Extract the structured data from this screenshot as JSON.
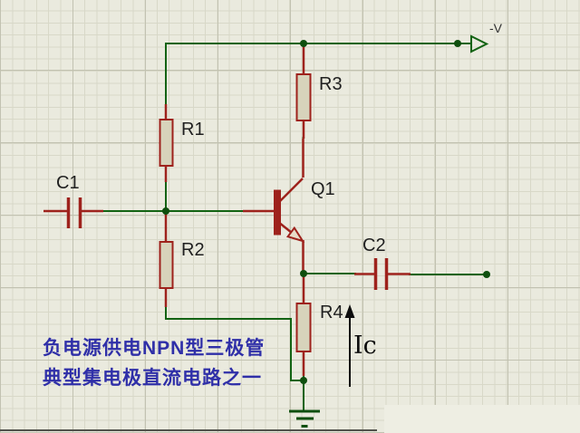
{
  "window": {
    "kind": "schematic-capture-canvas",
    "background": "#eaeade"
  },
  "colors": {
    "wire_green": "#136313",
    "junction_green": "#0e4f0e",
    "component_red": "#9e221c",
    "resistor_fill": "#d7d3bb",
    "arrow_fill": "#e8dcc8",
    "label_text": "#1f1f1f",
    "power_label_text": "#333333",
    "annotation_text": "#0d0d0d",
    "caption_text": "#2f2fa8"
  },
  "components": {
    "r1": {
      "ref": "R1"
    },
    "r2": {
      "ref": "R2"
    },
    "r3": {
      "ref": "R3"
    },
    "r4": {
      "ref": "R4"
    },
    "c1": {
      "ref": "C1"
    },
    "c2": {
      "ref": "C2"
    },
    "q1": {
      "ref": "Q1"
    }
  },
  "power_terminal": {
    "label": "-V"
  },
  "current_annotation": {
    "label": "Ic"
  },
  "caption": {
    "line1": "负电源供电NPN型三极管",
    "line2": "典型集电极直流电路之一"
  }
}
